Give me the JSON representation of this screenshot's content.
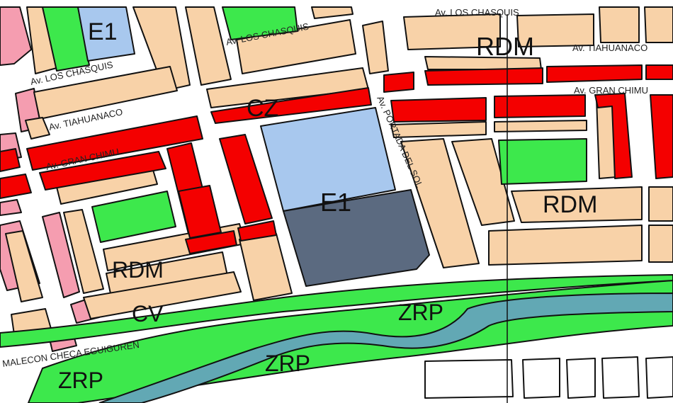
{
  "colors": {
    "background": "#ffffff",
    "residential": "#f8d2a8",
    "commercial": "#f40000",
    "education": "#a8c8ee",
    "education_dark": "#5b6a80",
    "green": "#3de84c",
    "pink_zone": "#f59db0",
    "river": "#62a8b4",
    "block_outline": "#111111"
  },
  "zone_labels": {
    "e1_top": "E1",
    "rdm_top": "RDM",
    "cz": "CZ",
    "e1_center": "E1",
    "rdm_right": "RDM",
    "rdm_left": "RDM",
    "cv": "CV",
    "zrp_right": "ZRP",
    "zrp_center": "ZRP",
    "zrp_left": "ZRP"
  },
  "street_labels": {
    "los_chasquis_top": "Av. LOS CHASQUIS",
    "los_chasquis_mid": "Av. LOS CHASQUIS",
    "los_chasquis_left": "Av. LOS CHASQUIS",
    "tiahuanaco_right": "Av. TIAHUANACO",
    "gran_chimu_right": "Av. GRAN CHIMU",
    "tiahuanaco_left": "Av. TIAHUANACO",
    "gran_chimu_left": "Av. GRAN CHIMU",
    "portada_del_sol": "Av. PORTADA DEL SOL",
    "malecon": "MALECON CHECA EGUIGUREN"
  }
}
